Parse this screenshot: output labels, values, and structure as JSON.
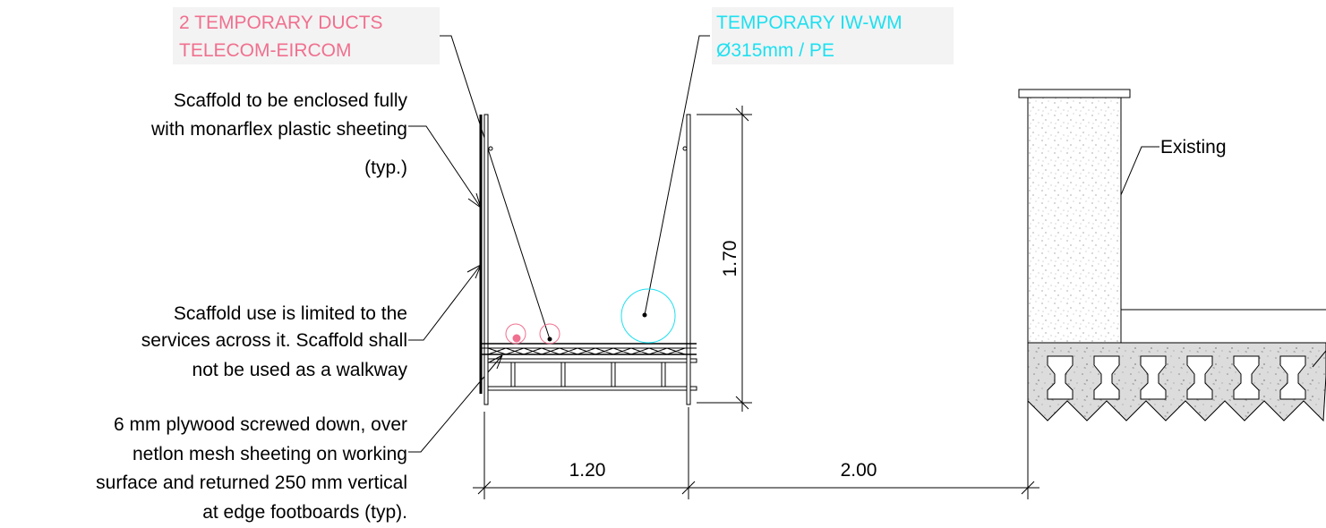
{
  "colors": {
    "telecom": "#f0708f",
    "watermain": "#1ee0f0",
    "line": "#000000",
    "label_bg": "#f3f3f3"
  },
  "tags": {
    "telecom": {
      "line1": "2 TEMPORARY DUCTS",
      "line2": "TELECOM-EIRCOM"
    },
    "watermain": {
      "line1": "TEMPORARY IW-WM",
      "line2": "Ø315mm / PE"
    }
  },
  "notes": {
    "sheeting": [
      "Scaffold to be enclosed fully",
      "with monarflex plastic sheeting",
      "(typ.)"
    ],
    "usage": [
      "Scaffold use is limited to the",
      "services across it. Scaffold shall",
      "not be used as a walkway"
    ],
    "plywood": [
      "6 mm plywood screwed down, over",
      "netlon mesh sheeting on working",
      "surface and returned 250 mm vertical",
      "at edge footboards (typ)."
    ],
    "existing": "Existing"
  },
  "dimensions": {
    "scaffold_width": "1.20",
    "gap_to_wall": "2.00",
    "scaffold_height": "1.70"
  }
}
